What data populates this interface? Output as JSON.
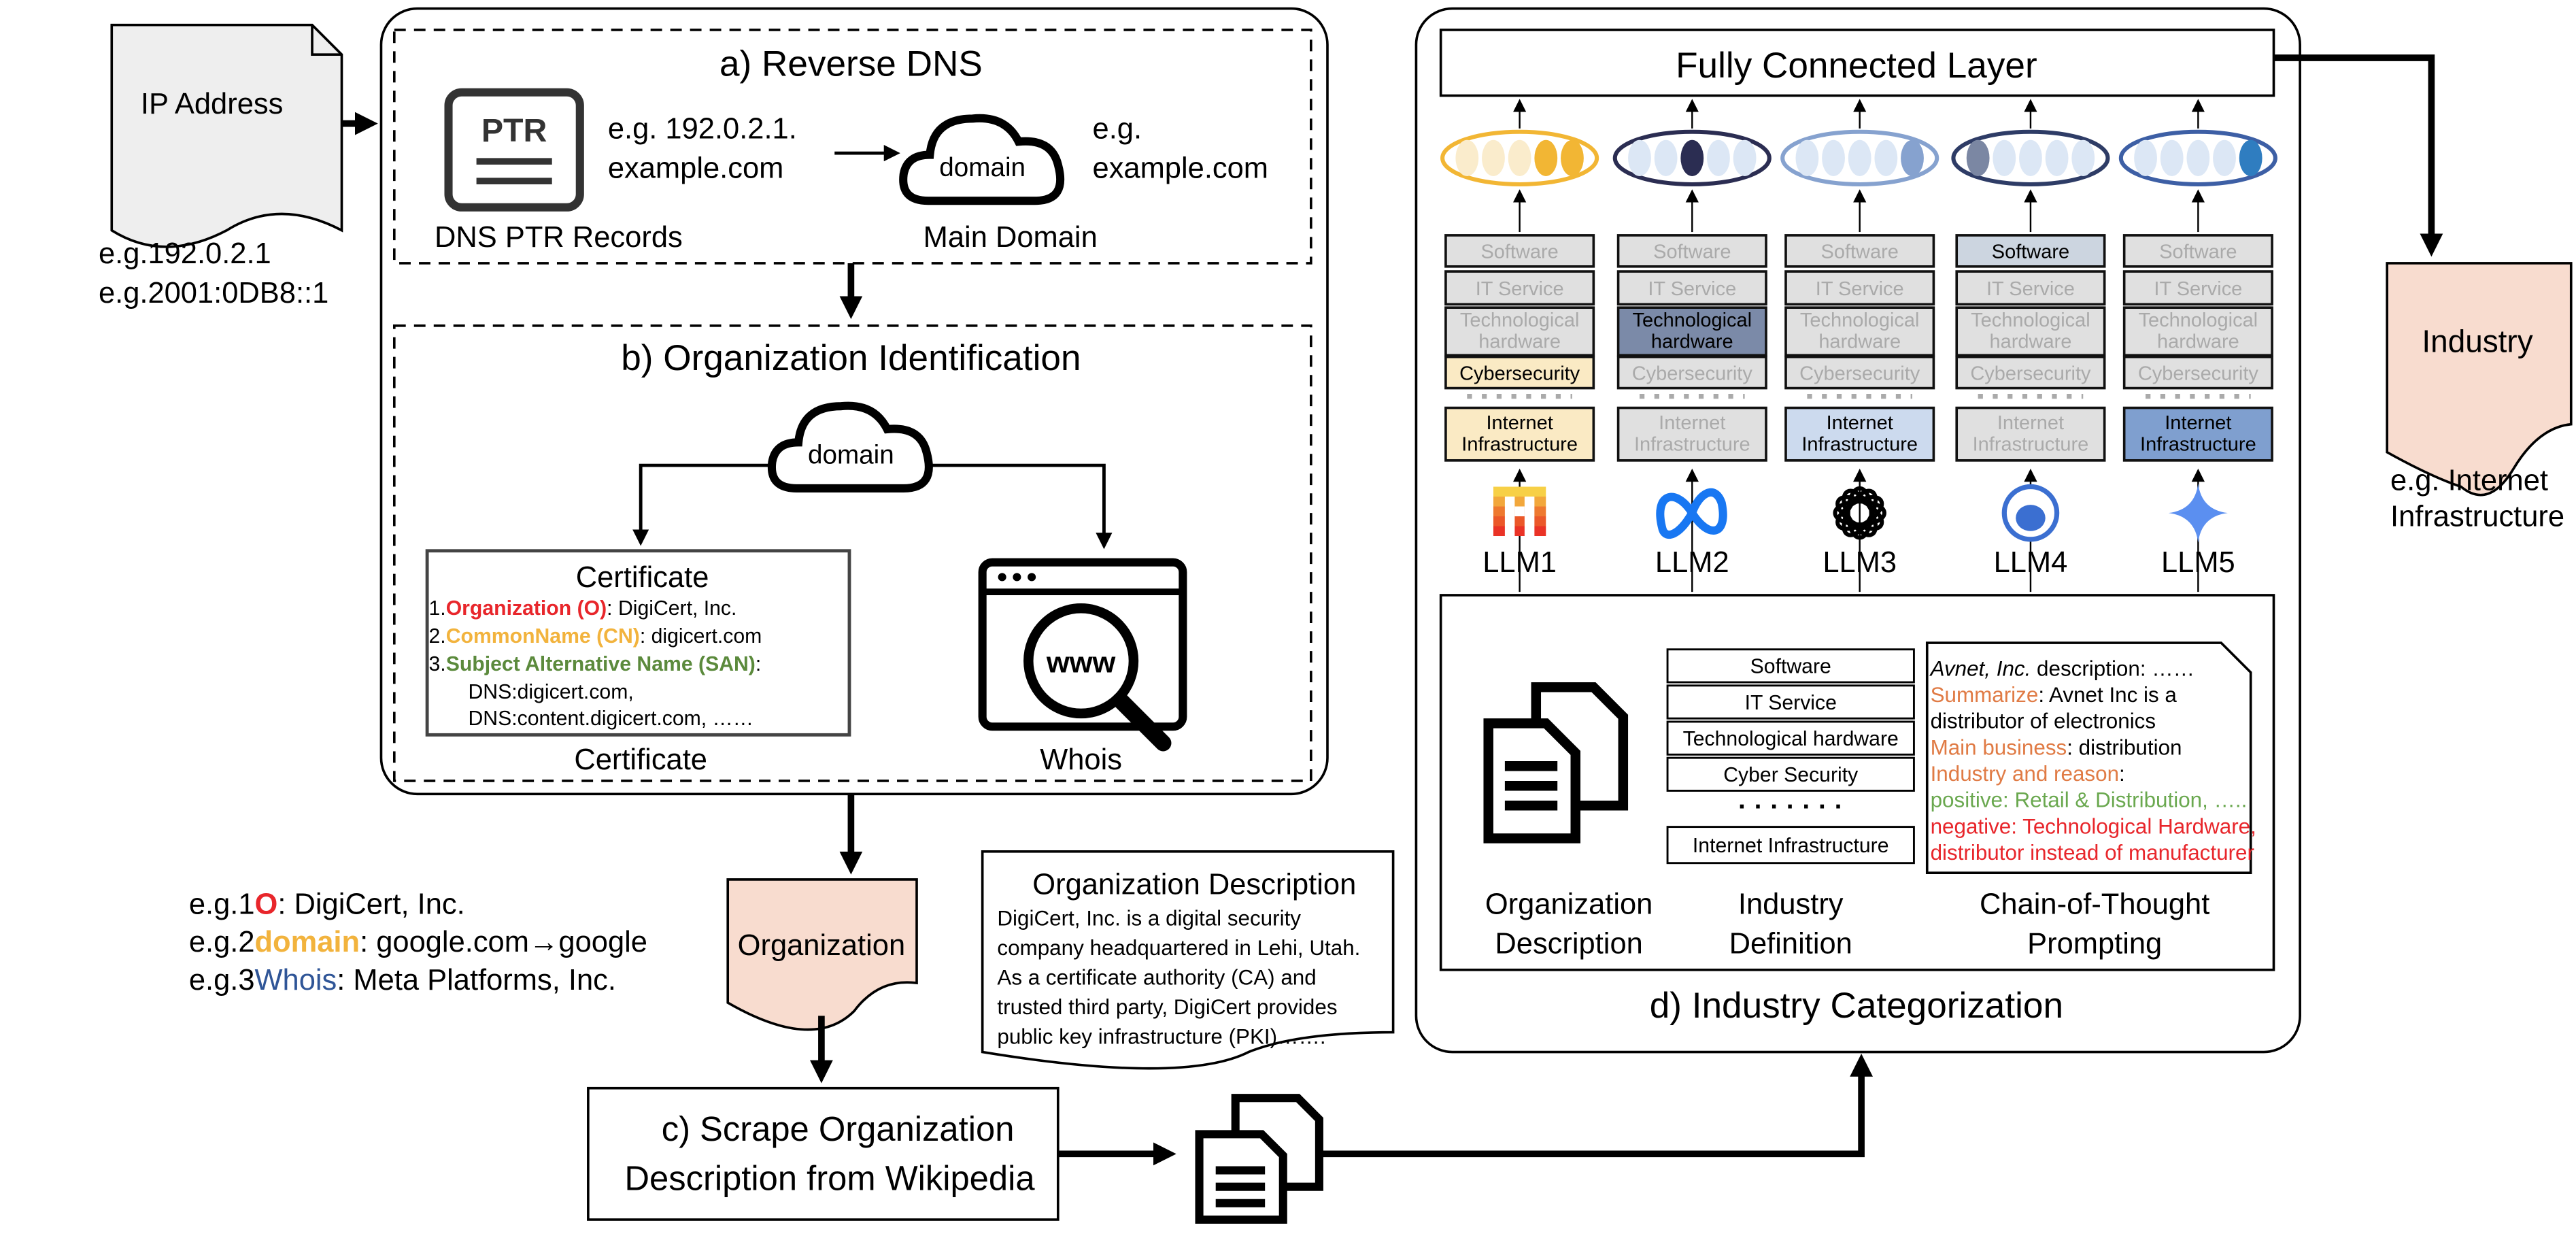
{
  "ip": {
    "label": "IP Address",
    "examples": [
      "e.g.192.0.2.1",
      "e.g.2001:0DB8::1"
    ]
  },
  "reverse_dns": {
    "title": "a) Reverse DNS",
    "ptr_icon": "PTR",
    "ptr_label": "DNS PTR Records",
    "ptr_example": [
      "e.g. 192.0.2.1.",
      "example.com"
    ],
    "domain_icon": "domain",
    "main_domain_label": "Main Domain",
    "domain_example": [
      "e.g.",
      "example.com"
    ]
  },
  "org_identification": {
    "title": "b) Organization Identification",
    "domain_icon": "domain",
    "certificate": {
      "title": "Certificate",
      "lines": [
        {
          "num": "1.",
          "key": "Organization (O)",
          "rest": ": DigiCert, Inc."
        },
        {
          "num": "2.",
          "key": "CommonName (CN)",
          "rest": ": digicert.com"
        },
        {
          "num": "3.",
          "key": "Subject Alternative Name (SAN)",
          "rest": ":"
        }
      ],
      "san": [
        "DNS:digicert.com,",
        "DNS:content.digicert.com, ……"
      ],
      "label": "Certificate"
    },
    "whois_icon": "www",
    "whois_label": "Whois"
  },
  "colors": {
    "organization": "#e8262b",
    "common_name": "#f2b33d",
    "san": "#5b8a3c",
    "whois": "#2f5597",
    "doc_fill": "#f8dccf",
    "summary": "#e07b45",
    "positive": "#6aa84f",
    "negative": "#e8262b"
  },
  "organization_doc": "Organization",
  "org_examples": [
    {
      "prefix": "e.g.1",
      "key": "O",
      "rest": ": DigiCert, Inc."
    },
    {
      "prefix": "e.g.2",
      "key": "domain",
      "rest": ": google.com→google"
    },
    {
      "prefix": "e.g.3",
      "key": "Whois",
      "rest": ": Meta Platforms, Inc."
    }
  ],
  "org_description": {
    "title": "Organization Description",
    "lines": [
      "DigiCert, Inc. is a digital security",
      "company headquartered in Lehi,  Utah.",
      "As a certificate authority (CA) and",
      "trusted third party, DigiCert provides",
      "public key infrastructure (PKI)……."
    ]
  },
  "scrape": {
    "lines": [
      "c) Scrape Organization",
      "Description from Wikipedia"
    ]
  },
  "categorization": {
    "fc_layer": "Fully Connected Layer",
    "title": "d) Industry Categorization",
    "categories": [
      "Software",
      "IT Service",
      "Technological hardware",
      "Cybersecurity",
      "Internet Infrastructure"
    ],
    "definition_list": [
      "Software",
      "IT Service",
      "Technological hardware",
      "Cyber Security",
      "· · · · · · ·",
      "Internet Infrastructure"
    ],
    "labels": [
      [
        "Organization",
        "Description"
      ],
      [
        "Industry",
        "Definition"
      ],
      [
        "Chain-of-Thought",
        "Prompting"
      ]
    ],
    "cot": {
      "l1_italic": "Avnet, Inc.",
      "l1_rest": " description: ……",
      "l2_key": "Summarize",
      "l2_rest": ": Avnet Inc is a",
      "l3": "distributor of electronics",
      "l4_key": "Main business",
      "l4_rest": ": distribution",
      "l5_key": "Industry and reason",
      "l5_rest": ":",
      "l6": "positive: Retail & Distribution, …..",
      "l7": "negative: Technological Hardware,",
      "l8": "distributor instead of manufacturer"
    }
  },
  "columns": [
    {
      "llm": "LLM1",
      "logo": "mistral-logo",
      "highlight": [
        3,
        4
      ],
      "hl_color": "#faeac4",
      "ring": "#f2b634",
      "dot_light": "#faeccc",
      "dot_dark": "#f2b634",
      "dark_dots": [
        3,
        4
      ]
    },
    {
      "llm": "LLM2",
      "logo": "meta-logo",
      "highlight": [
        2
      ],
      "hl_color": "#7b8aa8",
      "ring": "#2b2d52",
      "dot_light": "#dce7f5",
      "dot_dark": "#2b2d52",
      "dark_dots": [
        2
      ]
    },
    {
      "llm": "LLM3",
      "logo": "openai-logo",
      "highlight": [
        4
      ],
      "hl_color": "#ccdaee",
      "ring": "#86a2cf",
      "dot_light": "#dce7f5",
      "dot_dark": "#86a2cf",
      "dark_dots": [
        4
      ]
    },
    {
      "llm": "LLM4",
      "logo": "llama-logo",
      "highlight": [
        0
      ],
      "hl_color": "#ccd5e0",
      "ring": "#2e3c66",
      "dot_light": "#dce7f5",
      "dot_dark": "#7b87a3",
      "dark_dots": [
        0
      ]
    },
    {
      "llm": "LLM5",
      "logo": "gemini-logo",
      "highlight": [
        4
      ],
      "hl_color": "#7f9fcf",
      "ring": "#3d5fa5",
      "dot_light": "#dce7f5",
      "dot_dark": "#2f7dc0",
      "dark_dots": [
        4
      ]
    }
  ],
  "industry": {
    "label": "Industry",
    "example": [
      "e.g. Internet",
      "Infrastructure"
    ]
  }
}
